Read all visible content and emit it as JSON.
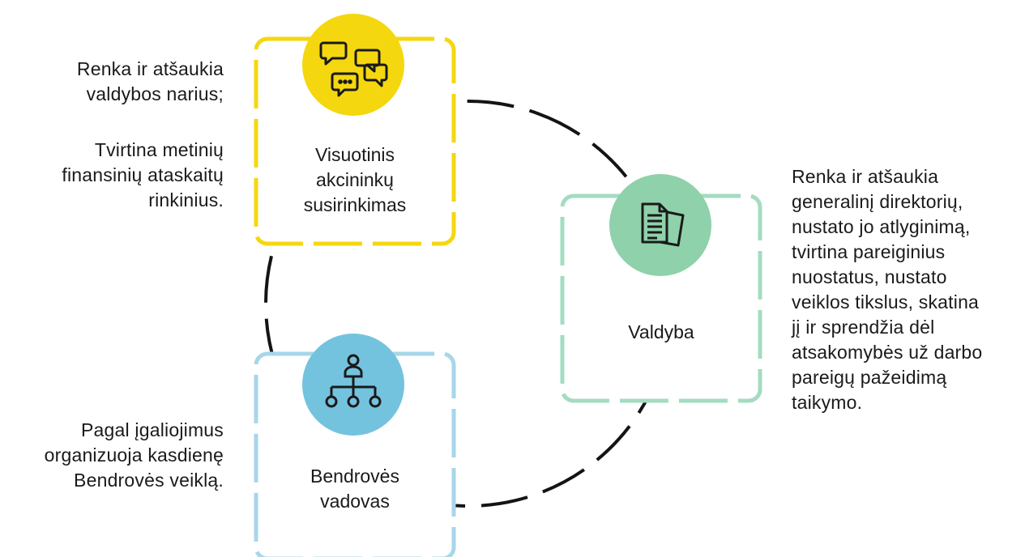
{
  "colors": {
    "yellow": "#f5d70f",
    "green": "#8fd1aa",
    "green_border": "#a4dcc0",
    "blue": "#74c3de",
    "blue_border": "#a7d6ea",
    "ring": "#141414",
    "ink": "#1a1a1a"
  },
  "nodes": {
    "meeting": {
      "title": "Visuotinis\nakcininkų\nsusirinkimas",
      "icon": "speech-bubbles-icon"
    },
    "board": {
      "title": "Valdyba",
      "icon": "documents-icon"
    },
    "ceo": {
      "title": "Bendrovės\nvadovas",
      "icon": "org-chart-icon"
    }
  },
  "notes": {
    "meeting_1": "Renka ir atšaukia\nvaldybos narius;",
    "meeting_2": "Tvirtina metinių\nfinansinių ataskaitų\nrinkinius.",
    "board": "Renka ir atšaukia\ngeneralinį direktorių,\nnustato jo atlyginimą,\ntvirtina pareiginius\nnuostatus, nustato\nveiklos tikslus, skatina\njį ir sprendžia dėl\natsakomybės už darbo\npareigų pažeidimą\ntaikymo.",
    "ceo": "Pagal įgaliojimus\norganizuoja kasdienę\nBendrovės veiklą."
  }
}
